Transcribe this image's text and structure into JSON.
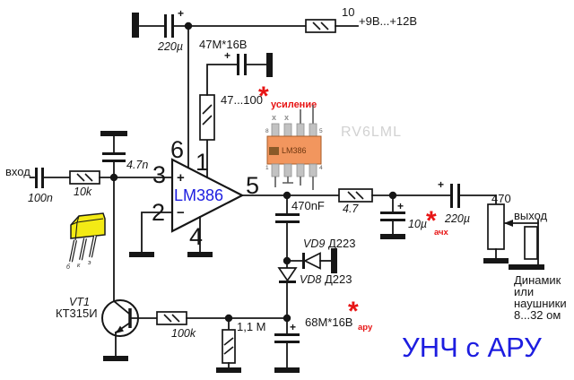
{
  "schematic": {
    "title": "УНЧ с АРУ",
    "watermark": "RV6LML",
    "accent_blue": "#1d1de0",
    "accent_red": "#e71414",
    "power": {
      "cap": "220µ",
      "plus": "+",
      "resistor": "10",
      "rail": "+9В...+12В"
    },
    "input": {
      "label": "вход",
      "cap": "100n",
      "resistor": "10k",
      "filter_cap": "4.7n"
    },
    "opamp": {
      "name": "LM386",
      "pin_supply": "6",
      "pin_gain": "1",
      "pin_in_plus": "3",
      "pin_in_minus": "2",
      "pin_gnd": "4",
      "pin_out": "5",
      "plus": "+",
      "minus": "−"
    },
    "gain": {
      "resistor": "47...100",
      "asterisk": "*",
      "cap": "47М*16В",
      "cap_plus": "+",
      "note": "усиление"
    },
    "chip": {
      "name": "LM386",
      "pin8": "8",
      "pin5": "5",
      "pin1": "1",
      "pin4": "4",
      "nc1": "x",
      "nc2": "x"
    },
    "out": {
      "zobel_cap": "470nF",
      "r_series": "4.7",
      "cap10": "10µ",
      "cap10_plus": "+",
      "asterisk": "*",
      "note": "ачх",
      "cap220": "220µ",
      "cap220_plus": "+",
      "pot": "470",
      "label": "выход",
      "load1": "Динамик",
      "load2": "или",
      "load3": "наушники",
      "load4": "8...32 ом"
    },
    "agc": {
      "vd9": "VD9",
      "vd9_type": "Д223",
      "vd8": "VD8",
      "vd8_type": "Д223",
      "cap68": "68М*16В",
      "cap68_plus": "+",
      "asterisk": "*",
      "note": "ару",
      "r_base": "100k",
      "r_shunt": "1,1 М",
      "vt": "VT1",
      "vt_type": "КТ315И",
      "leg1": "б",
      "leg2": "к",
      "leg3": "э"
    }
  }
}
